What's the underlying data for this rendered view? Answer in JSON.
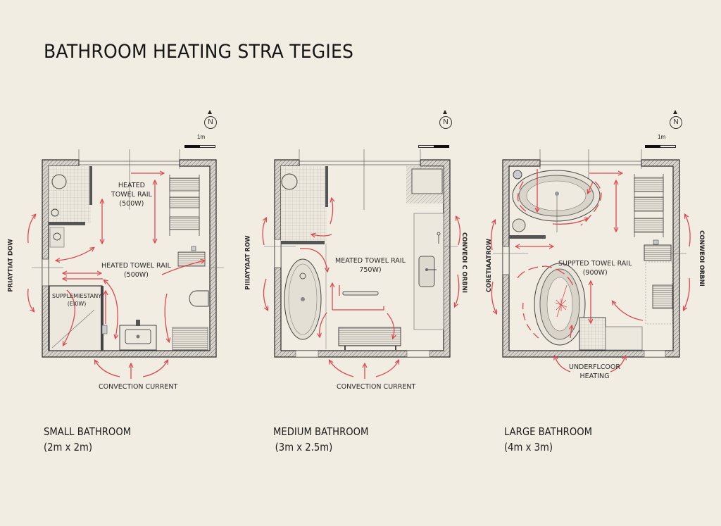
{
  "title": "BATHROOM HEATING STRA TEGIES",
  "colors": {
    "background": "#f1ede3",
    "wall": "#3a3a3a",
    "airflow_arrow": "#e0474c",
    "text": "#1a1a1a"
  },
  "plans": [
    {
      "id": "small",
      "caption_title": "SMALL BATHROOM",
      "caption_size": "(2m x 2m)",
      "north_label": "N",
      "scale_label": "1m",
      "labels": {
        "top_heater": "HEATED\nTOWEL RAIL\n(500W)",
        "top_heater_l1": "HEATED",
        "top_heater_l2": "TOWEL RAIL",
        "top_heater_l3": "(500W)",
        "mid_heater_l1": "HEATED TOWEL RAIL",
        "mid_heater_l2": "(500W)",
        "supplementary_l1": "SUPPLEMIESTANY",
        "supplementary_l2": "(EI0W)",
        "left_side": "PRIAYTIAT DOW",
        "bottom": "CONVECTION CURRENT"
      }
    },
    {
      "id": "medium",
      "caption_title": "MEDIUM BATHROOM",
      "caption_size": "(3m x 2.5m)",
      "north_label": "N",
      "scale_label": "",
      "labels": {
        "mid_heater_l1": "MEATED TOWEL RAIL",
        "mid_heater_l2": "750W)",
        "left_side": "PIIIAYYAAT ROW",
        "right_side": "CONVEOI C ORBNI",
        "bottom": "CONVECTION CURRENT"
      }
    },
    {
      "id": "large",
      "caption_title": "LARGE BATHROOM",
      "caption_size": "(4m x 3m)",
      "north_label": "N",
      "scale_label": "1m",
      "labels": {
        "mid_heater_l1": "SUPPTED TOWEL RAIL",
        "mid_heater_l2": "(900W)",
        "left_side": "CORETIAATROW",
        "right_side": "CONWEOI ORBNI",
        "bottom_l1": "UNDERFLCOOR",
        "bottom_l2": "HEATING"
      }
    }
  ]
}
